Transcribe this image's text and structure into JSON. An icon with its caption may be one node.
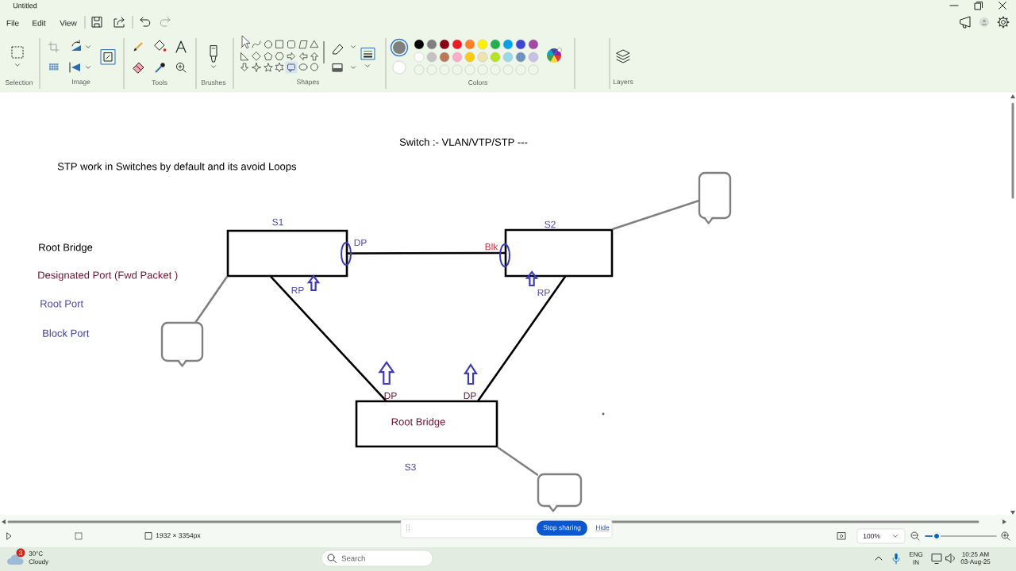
{
  "diagram": {
    "title": "Switch :- VLAN/VTP/STP ---",
    "nodes": [
      {
        "text": [
          "S1"
        ]
      },
      {
        "text": [
          "S2"
        ]
      },
      {
        "text": [
          "Root Bridge"
        ],
        "beside": [
          "S3"
        ]
      },
      {
        "text": [],
        "shape": "bubble"
      },
      {
        "text": [],
        "shape": "bubble"
      },
      {
        "text": [],
        "shape": "bubble"
      }
    ],
    "edges": [
      {
        "from": 0,
        "to": 1,
        "arrow": "none"
      },
      {
        "from": 0,
        "to": 2,
        "arrow": "none"
      },
      {
        "from": 1,
        "to": 2,
        "arrow": "none"
      },
      {
        "from": 0,
        "to": 3,
        "arrow": "none",
        "color": "#808080"
      },
      {
        "from": 1,
        "to": 5,
        "arrow": "none",
        "color": "#808080"
      },
      {
        "from": 2,
        "to": 4,
        "arrow": "none",
        "color": "#808080"
      }
    ],
    "labels": [
      "Untitled",
      "File",
      "Edit",
      "View",
      "Selection",
      "Image",
      "Tools",
      "Brushes",
      "Shapes",
      "Colors",
      "Layers",
      "STP work in Switches by default and its avoid Loops",
      "Root Bridge",
      "DP",
      "Blk",
      "Designated Port (Fwd Packet )",
      "RP",
      "RP",
      "Root Port",
      "Block Port",
      "DP",
      "DP",
      "1932 × 3354px",
      "Stop sharing",
      "Hide",
      "100%",
      "3",
      "30°C",
      "Cloudy",
      "Search",
      "ENG",
      "IN",
      "10:25 AM",
      "03-Aug-25"
    ]
  }
}
